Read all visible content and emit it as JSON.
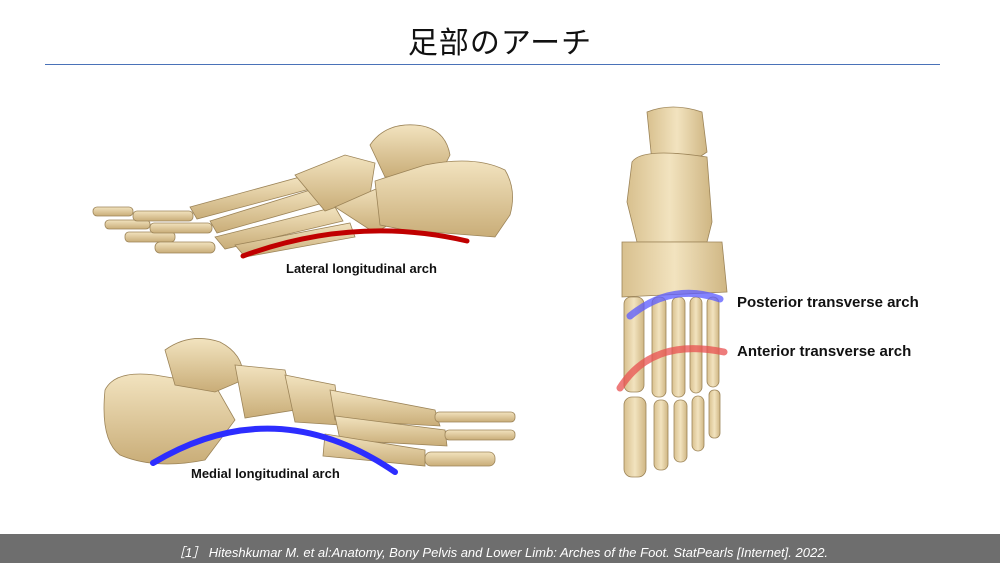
{
  "slide": {
    "title": "足部のアーチ"
  },
  "figures": {
    "lateral": {
      "label": "Lateral longitudinal arch",
      "arch_color": "#c00000"
    },
    "medial": {
      "label": "Medial longitudinal arch",
      "arch_color": "#2d2dff"
    },
    "dorsal": {
      "posterior_label": "Posterior transverse arch",
      "posterior_color": "#5a5aff",
      "anterior_label": "Anterior transverse arch",
      "anterior_color": "#e85050"
    }
  },
  "footer": {
    "citation": "［1］ Hiteshkumar M. et al:Anatomy, Bony Pelvis and Lower Limb: Arches of the Foot. StatPearls [Internet]. 2022."
  },
  "colors": {
    "bone": "#e8d5a8",
    "rule": "#4a72b8",
    "footer_bg": "#6e6e6e"
  }
}
